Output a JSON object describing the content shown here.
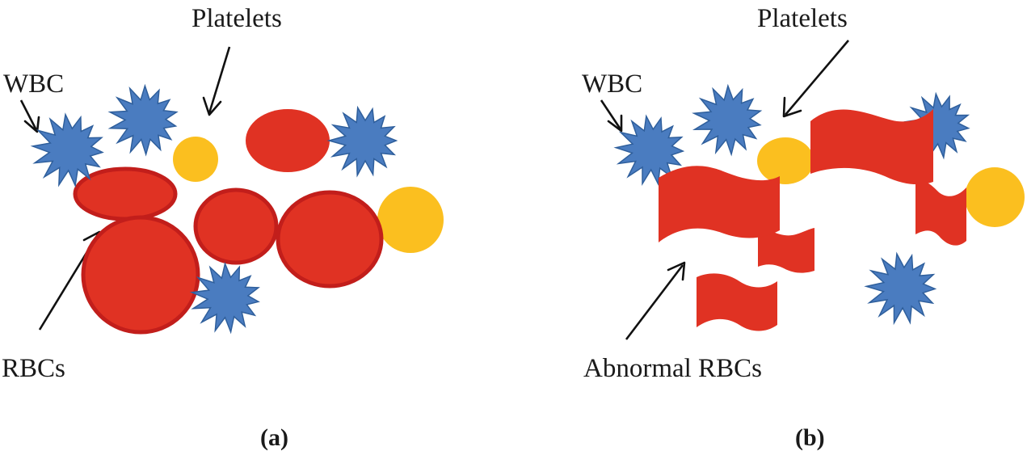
{
  "panels": [
    {
      "id": "a",
      "caption": "(a)",
      "labels": {
        "platelets": "Platelets",
        "wbc": "WBC",
        "rbc": "RBCs"
      }
    },
    {
      "id": "b",
      "caption": "(b)",
      "labels": {
        "platelets": "Platelets",
        "wbc": "WBC",
        "rbc": "Abnormal RBCs"
      }
    }
  ],
  "colors": {
    "rbc_fill": "#e03223",
    "rbc_outline": "#c21e1b",
    "wbc_fill": "#4a7cc0",
    "wbc_outline": "#2f5f9c",
    "platelet_fill": "#fbbf1f",
    "text": "#1a1a1a"
  },
  "icons": {
    "wbc": "spiky-star-icon",
    "platelet": "circle-icon",
    "rbc_normal": "ellipse-icon",
    "rbc_abnormal": "wavy-flag-icon"
  }
}
